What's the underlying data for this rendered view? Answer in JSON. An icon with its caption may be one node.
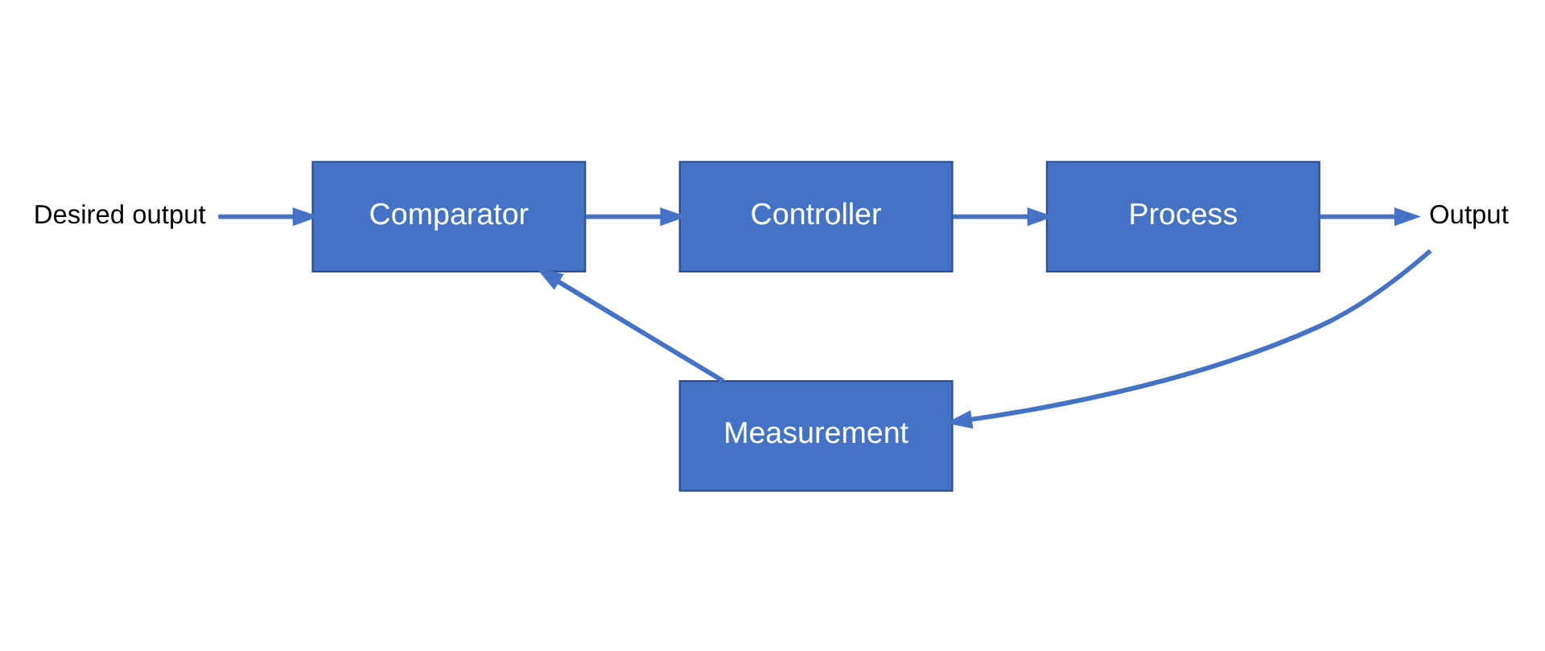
{
  "diagram": {
    "nodes": [
      {
        "text": [
          "Desired output"
        ]
      },
      {
        "text": [
          "Comparator"
        ]
      },
      {
        "text": [
          "Controller"
        ]
      },
      {
        "text": [
          "Process"
        ]
      },
      {
        "text": [
          "Output"
        ]
      },
      {
        "text": [
          "Measurement"
        ]
      }
    ],
    "edges": [
      {
        "from": 0,
        "to": 1,
        "arrow": "to"
      },
      {
        "from": 1,
        "to": 2,
        "arrow": "to"
      },
      {
        "from": 2,
        "to": 3,
        "arrow": "to"
      },
      {
        "from": 3,
        "to": 4,
        "arrow": "to"
      },
      {
        "from": 4,
        "to": 5,
        "arrow": "to"
      },
      {
        "from": 5,
        "to": 1,
        "arrow": "to"
      }
    ]
  }
}
